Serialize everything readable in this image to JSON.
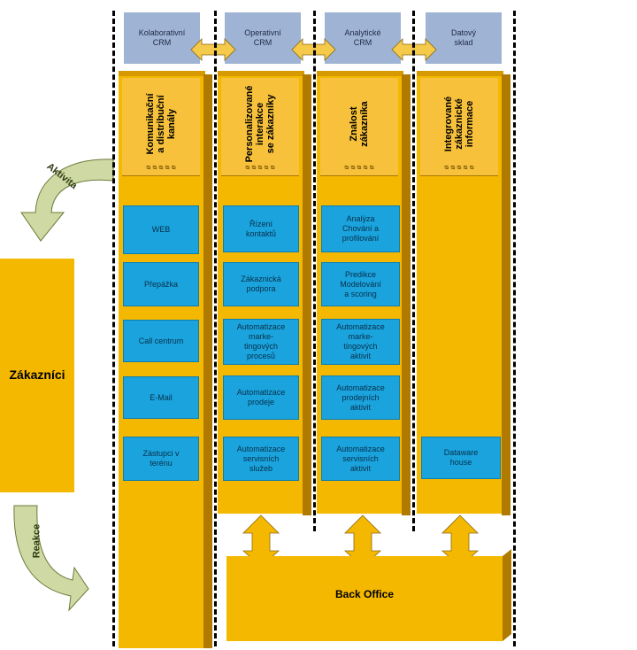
{
  "crm_headers": [
    "Kolaborativní\nCRM",
    "Operativní\nCRM",
    "Analytické\nCRM",
    "Datový\nsklad"
  ],
  "columns": [
    {
      "title": "Komunikační\na distribuční\nkanály",
      "items": [
        "WEB",
        "Přepážka",
        "Call centrum",
        "E-Mail",
        "Zástupci v\nterénu"
      ]
    },
    {
      "title": "Personalizované\ninterakce\nse zákazníky",
      "items": [
        "Řízení\nkontaktů",
        "Zákaznická\npodpora",
        "Automatizace\nmarke-\ntingových\nprocesů",
        "Automatizace\nprodeje",
        "Automatizace\nservisních\nslužeb"
      ]
    },
    {
      "title": "Znalost\nzákazníka",
      "items": [
        "Analýza\nChování a\nprofilování",
        "Predikce\nModelování\na scoring",
        "Automatizace\nmarke-\ntingových\naktivit",
        "Automatizace\nprodejních\naktivit",
        "Automatizace\nservisních\naktivit"
      ]
    },
    {
      "title": "Integrované\nzákaznické\ninformace",
      "items": [
        "Dataware\nhouse"
      ]
    }
  ],
  "customers_label": "Zákazníci",
  "activity_label": "Aktivita",
  "reaction_label": "Reakce",
  "back_office_label": "Back Office",
  "ring_glyph": "ᴓ ᴓ ᴓ ᴓ ᴓ",
  "colors": {
    "gold": "#f5b800",
    "blue_box": "#1aa3dd",
    "crm_header": "#9fb3d5",
    "arrow_green": "#cfd9a3"
  }
}
